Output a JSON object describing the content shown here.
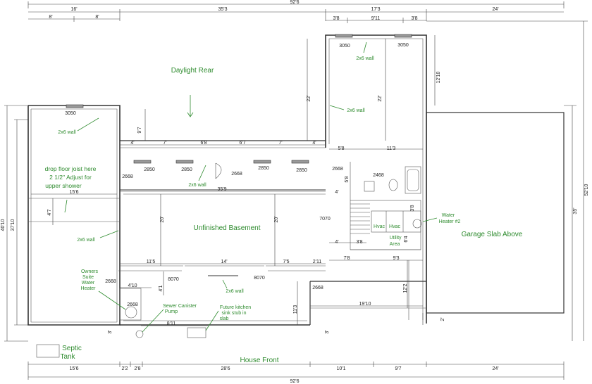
{
  "dimensions": {
    "top_overall": "92'6",
    "top_left": "16'",
    "top_mid": "35'3",
    "top_right_a": "17'3",
    "top_right_b": "24'",
    "row2_a": "8'",
    "row2_b": "8'",
    "row2_c": "3'8",
    "row2_d": "9'11",
    "row2_e": "3'8",
    "win_a": "4'",
    "win_b": "7'",
    "win_c": "6'8",
    "win_d": "6'7",
    "win_e": "7'",
    "win_f": "4'",
    "r_a": "5'8",
    "r_b": "11'3",
    "span_359": "35'9",
    "span_156": "15'6",
    "d_97": "9'7",
    "d_22a": "22'",
    "d_22b": "22'",
    "d_1210": "12'10",
    "d_47": "4'7",
    "d_20a": "20'",
    "d_20b": "20'",
    "d_4a": "4'",
    "d_4b": "4'",
    "d_38": "3'8",
    "d_58": "5'8",
    "d_38b": "3'8",
    "d_64": "6'4",
    "d_115": "11'5",
    "d_14": "14'",
    "d_75": "7'5",
    "d_211": "2'11",
    "d_78": "7'8",
    "d_93": "9'3",
    "d_410": "4'10",
    "d_41": "4'1",
    "d_113": "11'3",
    "d_122": "12'2",
    "d_1910": "19'10",
    "d_811": "8'11",
    "d_3a": "3'",
    "d_3b": "3'",
    "d_2": "2'",
    "left_4010": "40'10",
    "left_3710": "37'10",
    "right_5210": "52'10",
    "right_35": "35'",
    "bot_a": "15'6",
    "bot_b": "2'2",
    "bot_c": "2'8",
    "bot_d": "28'6",
    "bot_e": "10'1",
    "bot_f": "9'7",
    "bot_g": "24'",
    "bot_overall": "92'6"
  },
  "windows": {
    "w3050a": "3050",
    "w3050b": "3050",
    "w3050c": "3050",
    "w2850a": "2850",
    "w2850b": "2850",
    "w2850c": "2850",
    "w2850d": "2850"
  },
  "doors": {
    "d2668a": "2668",
    "d2668b": "2668",
    "d2668c": "2668",
    "d2668d": "2668",
    "d2668e": "2668",
    "d2468": "2468",
    "d7070": "7070",
    "d8070a": "8070",
    "d8070b": "8070",
    "d2668f": "2668"
  },
  "labels": {
    "daylight_rear": "Daylight Rear",
    "unfinished_basement": "Unfinished Basement",
    "garage_slab": "Garage Slab Above",
    "house_front": "House Front",
    "wall_a": "2x6 wall",
    "wall_b": "2x6 wall",
    "wall_c": "2x6 wall",
    "wall_d": "2x6 wall",
    "wall_e": "2x6 wall",
    "wall_f": "2x6 wall",
    "joist_1": "drop floor joist here",
    "joist_2": "2 1/2\"    Adjust for",
    "joist_3": "upper shower",
    "owners_1": "Owners",
    "owners_2": "Suite",
    "owners_3": "Water",
    "owners_4": "Heater",
    "sewer_1": "Sewer Canister",
    "sewer_2": "Pump",
    "kitchen_1": "Future kitchen",
    "kitchen_2": "sink stub in",
    "kitchen_3": "slab",
    "hvac_a": "Hvac",
    "hvac_b": "Hvac",
    "utility_1": "Utility",
    "utility_2": "Area",
    "wh2_1": "Water",
    "wh2_2": "Heater #2",
    "septic_1": "Septic",
    "septic_2": "Tank"
  },
  "colors": {
    "label_green": "#2e8b2e",
    "line": "#333333"
  }
}
